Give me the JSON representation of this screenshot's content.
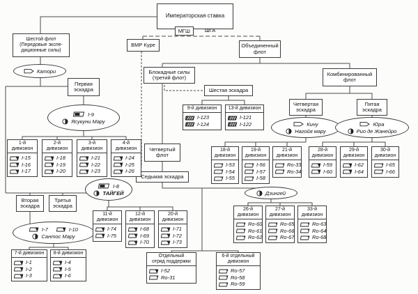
{
  "nodes": {
    "hq_title": "Императорская ставка",
    "mgsh": "МГШ",
    "shga": "ШГА",
    "vmr": "ВМР Куре",
    "united": "Объединенный\nфлот",
    "sixth_fleet": "Шестой флот\n(Передовые экспе-\nдиционные силы)",
    "first_sq": "Первая\nэскадра",
    "blockade": "Блокадные силы\n(третий флот)",
    "sixth_sq": "Шестая эскадра",
    "combined": "Комбинированный\nфлот",
    "fourth_sq": "Четвертая\nэскадра",
    "fifth_sq": "Пятая\nэскадра",
    "fourth_fleet": "Четвертый\nфлот",
    "seventh_sq": "Седьмая эскадра",
    "second_sq": "Вторая\nэскадра",
    "third_sq": "Третья\nэскадра"
  },
  "flagships": {
    "katori": {
      "rows": [
        [
          {
            "icon": "ship",
            "name": "Катори"
          }
        ]
      ]
    },
    "yasukuni": {
      "rows": [
        [
          {
            "icon": "bigsub",
            "name": "I-9"
          }
        ],
        [
          {
            "icon": "tender",
            "name": "Ясукуни Мару"
          }
        ]
      ]
    },
    "taigei": {
      "rows": [
        [
          {
            "icon": "bigsub",
            "name": "I-8"
          }
        ],
        [
          {
            "icon": "tender",
            "name": "ТАЙГЕЙ",
            "bold": true
          }
        ]
      ]
    },
    "santos": {
      "rows": [
        [
          {
            "icon": "sub",
            "name": "I-7"
          },
          {
            "icon": "sub",
            "name": "I-10"
          }
        ],
        [
          {
            "icon": "tender",
            "name": "Сантос Мару"
          }
        ]
      ]
    },
    "kinu": {
      "rows": [
        [
          {
            "icon": "ship",
            "name": "Кину"
          }
        ],
        [
          {
            "icon": "tender",
            "name": "Нагойя мару"
          }
        ]
      ]
    },
    "yura": {
      "rows": [
        [
          {
            "icon": "ship",
            "name": "Юра"
          }
        ],
        [
          {
            "icon": "tender",
            "name": "Рио де Жанейро"
          }
        ]
      ]
    },
    "jingei": {
      "rows": [
        [
          {
            "icon": "tender",
            "name": "Дзингей"
          }
        ]
      ]
    }
  },
  "divisions": [
    {
      "id": "div1",
      "label": "1-й\nдивизион",
      "boats": [
        {
          "icon": "sub",
          "name": "I-15"
        },
        {
          "icon": "sub",
          "name": "I-16"
        },
        {
          "icon": "sub",
          "name": "I-17"
        }
      ]
    },
    {
      "id": "div2",
      "label": "2-й\nдивизион",
      "boats": [
        {
          "icon": "sub",
          "name": "I-18"
        },
        {
          "icon": "sub",
          "name": "I-19"
        },
        {
          "icon": "sub",
          "name": "I-20"
        }
      ]
    },
    {
      "id": "div3",
      "label": "3-й\nдивизион",
      "boats": [
        {
          "icon": "sub",
          "name": "I-21"
        },
        {
          "icon": "sub",
          "name": "I-22"
        },
        {
          "icon": "sub",
          "name": "I-23"
        }
      ]
    },
    {
      "id": "div4",
      "label": "4-й\nдивизион",
      "boats": [
        {
          "icon": "sub",
          "name": "I-24"
        },
        {
          "icon": "sub",
          "name": "I-25"
        },
        {
          "icon": "sub",
          "name": "I-26"
        }
      ]
    },
    {
      "id": "div7",
      "label": "7-й дивизион",
      "boats": [
        {
          "icon": "sub",
          "name": "I-1"
        },
        {
          "icon": "sub",
          "name": "I-2"
        },
        {
          "icon": "sub",
          "name": "I-3"
        }
      ]
    },
    {
      "id": "div8",
      "label": "8-й дивизион",
      "boats": [
        {
          "icon": "sub",
          "name": "I-4"
        },
        {
          "icon": "sub",
          "name": "I-5"
        },
        {
          "icon": "sub",
          "name": "I-6"
        }
      ]
    },
    {
      "id": "div11",
      "label": "11-й\nдивизион",
      "boats": [
        {
          "icon": "sub",
          "name": "I-74"
        },
        {
          "icon": "sub",
          "name": "I-75"
        }
      ]
    },
    {
      "id": "div12",
      "label": "12-й\nдивизион",
      "boats": [
        {
          "icon": "sub",
          "name": "I-68"
        },
        {
          "icon": "sub",
          "name": "I-69"
        },
        {
          "icon": "sub",
          "name": "I-70"
        }
      ]
    },
    {
      "id": "div20",
      "label": "20-й\nдивизион",
      "boats": [
        {
          "icon": "sub",
          "name": "I-71"
        },
        {
          "icon": "sub",
          "name": "I-72"
        },
        {
          "icon": "sub",
          "name": "I-73"
        }
      ]
    },
    {
      "id": "div9",
      "label": "9-й дивизион",
      "boats": [
        {
          "icon": "mine",
          "name": "I-123"
        },
        {
          "icon": "mine",
          "name": "I-124"
        }
      ]
    },
    {
      "id": "div13",
      "label": "13-й дивизион",
      "boats": [
        {
          "icon": "mine",
          "name": "I-121"
        },
        {
          "icon": "mine",
          "name": "I-122"
        }
      ]
    },
    {
      "id": "div18",
      "label": "18-й\nдивизион",
      "boats": [
        {
          "icon": "subo",
          "name": "I-53"
        },
        {
          "icon": "subo",
          "name": "I-54"
        },
        {
          "icon": "subo",
          "name": "I-55"
        }
      ]
    },
    {
      "id": "div19",
      "label": "19-й\nдивизион",
      "boats": [
        {
          "icon": "subo",
          "name": "I-56"
        },
        {
          "icon": "subo",
          "name": "I-57"
        },
        {
          "icon": "subo",
          "name": "I-58"
        }
      ]
    },
    {
      "id": "div21",
      "label": "21-й\nдивизион",
      "boats": [
        {
          "icon": "subo",
          "name": "Ro-33"
        },
        {
          "icon": "subo",
          "name": "Ro-34"
        }
      ]
    },
    {
      "id": "div28",
      "label": "28-й\nдивизион",
      "boats": [
        {
          "icon": "sub",
          "name": "I-59"
        },
        {
          "icon": "sub",
          "name": "I-60"
        }
      ]
    },
    {
      "id": "div29",
      "label": "29-й\nдивизион",
      "boats": [
        {
          "icon": "sub",
          "name": "I-62"
        },
        {
          "icon": "sub",
          "name": "I-64"
        }
      ]
    },
    {
      "id": "div30",
      "label": "30-й\nдивизион",
      "boats": [
        {
          "icon": "subo",
          "name": "I-65"
        },
        {
          "icon": "subo",
          "name": "I-66"
        }
      ]
    },
    {
      "id": "div26",
      "label": "26-й\nдивизион",
      "boats": [
        {
          "icon": "subo",
          "name": "Ro-60"
        },
        {
          "icon": "subo",
          "name": "Ro-61"
        },
        {
          "icon": "subo",
          "name": "Ro-62"
        }
      ]
    },
    {
      "id": "div27",
      "label": "27-й\nдивизион",
      "boats": [
        {
          "icon": "subo",
          "name": "Ro-65"
        },
        {
          "icon": "subo",
          "name": "Ro-66"
        },
        {
          "icon": "subo",
          "name": "Ro-67"
        }
      ]
    },
    {
      "id": "div33",
      "label": "33-й\nдивизион",
      "boats": [
        {
          "icon": "subo",
          "name": "Ro-63"
        },
        {
          "icon": "subo",
          "name": "Ro-64"
        },
        {
          "icon": "subo",
          "name": "Ro-68"
        }
      ]
    },
    {
      "id": "support",
      "label": "Отдельный\nотряд поддержки",
      "boats": [
        {
          "icon": "sub",
          "name": "I-52"
        },
        {
          "icon": "subo",
          "name": "Ro-31"
        }
      ]
    },
    {
      "id": "div6sep",
      "label": "6-й отдельный\nдивизион",
      "boats": [
        {
          "icon": "subo",
          "name": "Ro-57"
        },
        {
          "icon": "subo",
          "name": "Ro-58"
        },
        {
          "icon": "subo",
          "name": "Ro-59"
        }
      ]
    }
  ]
}
